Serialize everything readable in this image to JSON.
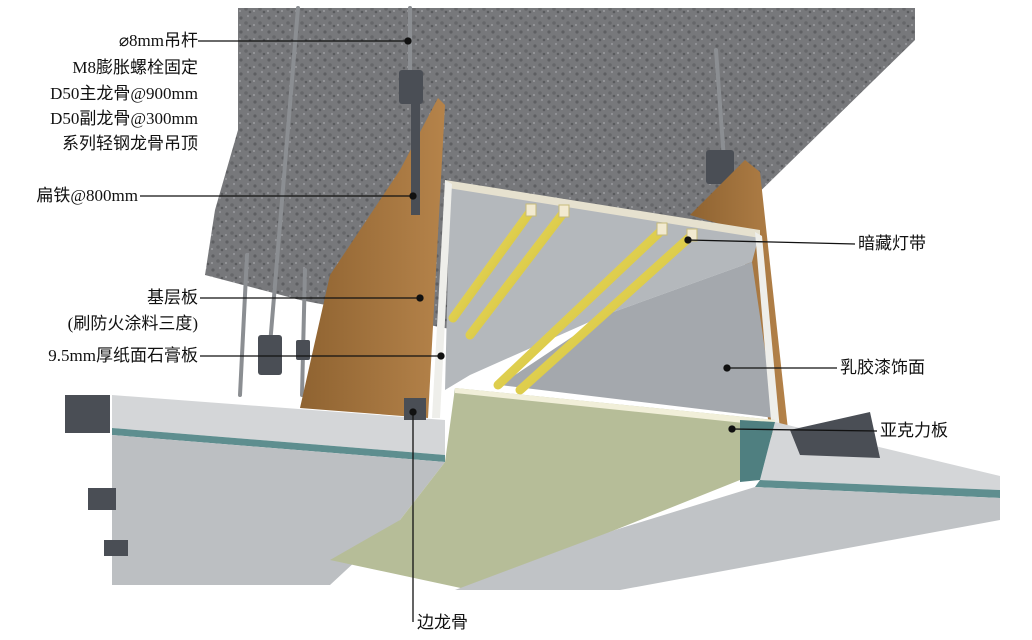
{
  "labels": {
    "rod": "⌀8mm吊杆",
    "bolt": "M8膨胀螺栓固定",
    "main_keel": "D50主龙骨@900mm",
    "sub_keel": "D50副龙骨@300mm",
    "system": "系列轻钢龙骨吊顶",
    "flat_iron": "扁铁@800mm",
    "base_board": "基层板",
    "base_board_note": "(刷防火涂料三度)",
    "gypsum": "9.5mm厚纸面石膏板",
    "hidden_light": "暗藏灯带",
    "latex_paint": "乳胶漆饰面",
    "acrylic": "亚克力板",
    "edge_keel": "边龙骨"
  },
  "colors": {
    "concrete": "#77787b",
    "wood": "#a8773d",
    "gypsum": "#c9cccf",
    "light_tube": "#e3d23a",
    "acrylic": "#b6bd98",
    "steel": "#3c3f44"
  }
}
